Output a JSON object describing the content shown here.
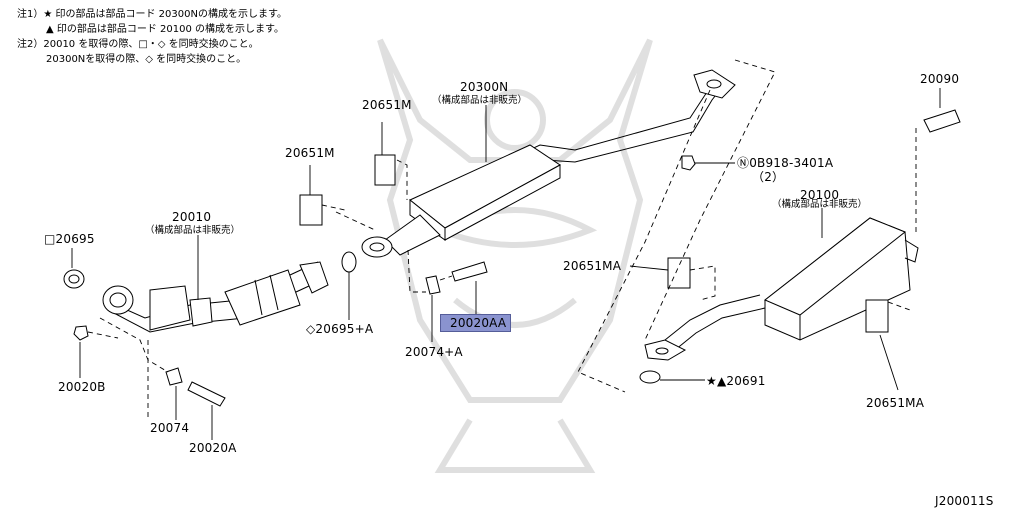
{
  "notes": [
    "注1）★ 印の部品は部品コード 20300Nの構成を示します。",
    "▲ 印の部品は部品コード 20100 の構成を示します。",
    "注2）20010 を取得の際、□・◇ を同時交換のこと。",
    "20300Nを取得の際、◇ を同時交換のこと。"
  ],
  "parts": {
    "p20300N": "20300N",
    "p20300N_sub": "（構成部品は非販売）",
    "p20651M_a": "20651M",
    "p20651M_b": "20651M",
    "p20010": "20010",
    "p20010_sub": "（構成部品は非販売）",
    "p20695": "□20695",
    "p20695A": "◇20695+A",
    "p20074A": "20074+A",
    "p20020AA": "20020AA",
    "p20020B": "20020B",
    "p20074": "20074",
    "p20020A": "20020A",
    "p0B918": "Ⓝ0B918-3401A",
    "p0B918_qty": "（2）",
    "p20090": "20090",
    "p20100": "20100",
    "p20100_sub": "（構成部品は非販売）",
    "p20651MA_a": "20651MA",
    "p20651MA_b": "20651MA",
    "p20691": "★▲20691"
  },
  "diagram_code": "J200011S",
  "highlight_color": "#8a93cf"
}
